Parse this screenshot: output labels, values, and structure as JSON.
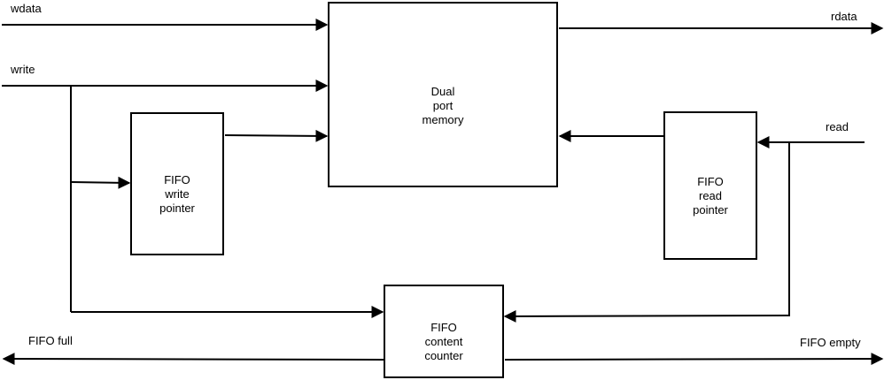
{
  "signals": {
    "wdata": "wdata",
    "write": "write",
    "rdata": "rdata",
    "read": "read",
    "fifo_full": "FIFO full",
    "fifo_empty": "FIFO empty"
  },
  "blocks": {
    "memory": [
      "Dual",
      "port",
      "memory"
    ],
    "write_pointer": [
      "FIFO",
      "write",
      "pointer"
    ],
    "read_pointer": [
      "FIFO",
      "read",
      "pointer"
    ],
    "counter": [
      "FIFO",
      "content",
      "counter"
    ]
  }
}
